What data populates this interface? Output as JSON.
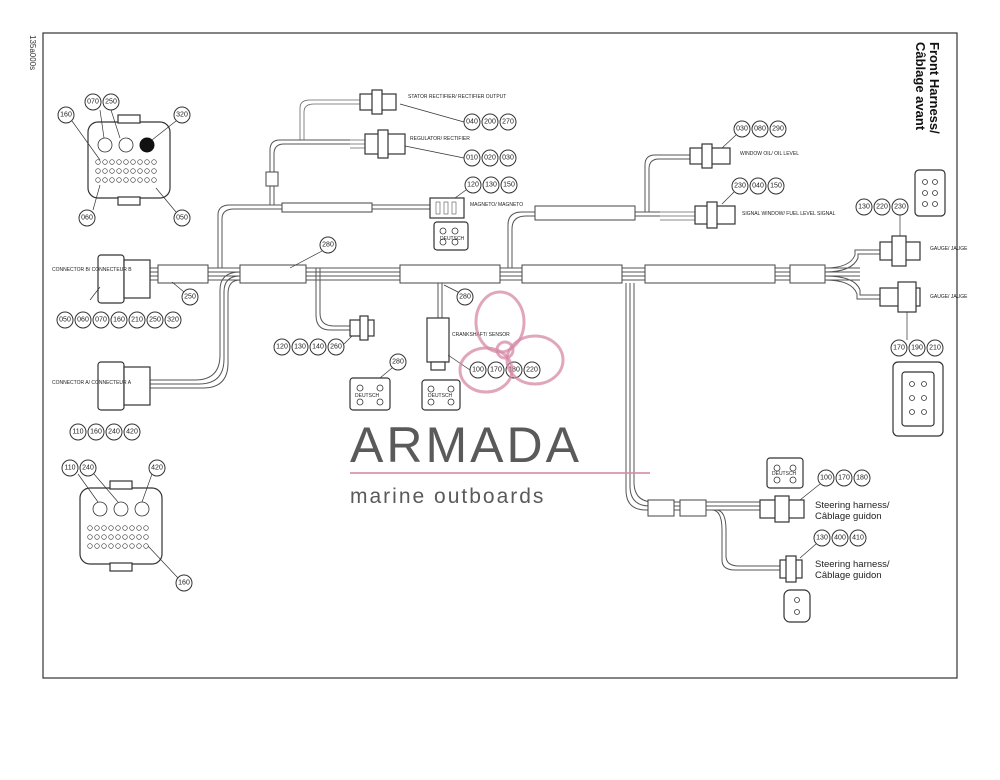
{
  "side_code": "135a000s",
  "title": {
    "line1": "Front Harness/",
    "line2": "Câblage avant"
  },
  "labels": {
    "connector_b": "CONNECTOR B/ CONNECTEUR B",
    "connector_a": "CONNECTOR A/ CONNECTEUR A",
    "stator_rectifier": "STATOR RECTIFIER/ RECTIFIER OUTPUT",
    "regulator_rectifier": "REGULATOR/ RECTIFIER",
    "magneto": "MAGNETO/ MAGNETO",
    "deutsch_1": "DEUTSCH",
    "deutsch_2": "DEUTSCH",
    "deutsch_3": "DEUTSCH",
    "deutsch_4": "DEUTSCH",
    "crankshaft_sensor": "CRANKSHAFT/ SENSOR",
    "oil_level": "WINDOW OIL/ OIL LEVEL",
    "fuel_level": "SIGNAL WINDOW/ FUEL LEVEL SIGNAL",
    "gauge_1": "GAUGE/ JAUGE",
    "gauge_2": "GAUGE/ JAUGE",
    "steering_1": "Steering harness/ Câblage guidon",
    "steering_1a": "Steering harness/",
    "steering_1b": "Câblage guidon",
    "steering_2a": "Steering harness/",
    "steering_2b": "Câblage guidon"
  },
  "callouts": {
    "c070": "070",
    "c250a": "250",
    "c320a": "320",
    "c160a": "160",
    "c060a": "060",
    "c050": "050",
    "c040": "040",
    "c200a": "200",
    "c270": "270",
    "c010": "010",
    "c020": "020",
    "c030": "030",
    "c120a": "120",
    "c130a": "130",
    "c150a": "150",
    "c280a": "280",
    "c250b": "250",
    "c280b": "280",
    "b_050": "050",
    "b_060": "060",
    "b_070": "070",
    "b_160": "160",
    "b_210": "210",
    "b_250": "250",
    "b_320": "320",
    "c120b": "120",
    "c130b": "130",
    "c140": "140",
    "c260": "260",
    "c280c": "280",
    "c100a": "100",
    "c170a": "170",
    "c180a": "180",
    "c220a": "220",
    "c030b": "030",
    "c080": "080",
    "c290": "290",
    "c230": "230",
    "c040b": "040",
    "c150b": "150",
    "c130c": "130",
    "c220b": "220",
    "c230b": "230",
    "c170b": "170",
    "c190": "190",
    "c210b": "210",
    "a_110": "110",
    "a_160": "160",
    "a_240": "240",
    "a_420": "420",
    "c110b": "110",
    "c240b": "240",
    "c420": "420",
    "c160b": "160",
    "c100b": "100",
    "c170c": "170",
    "c180b": "180",
    "c130d": "130",
    "c400": "400",
    "c410": "410"
  },
  "watermark": {
    "brand": "ARMADA",
    "tagline": "marine outboards"
  },
  "colors": {
    "line": "#555555",
    "watermark_text": "#5a5a5a",
    "watermark_accent": "#d58aa6"
  }
}
